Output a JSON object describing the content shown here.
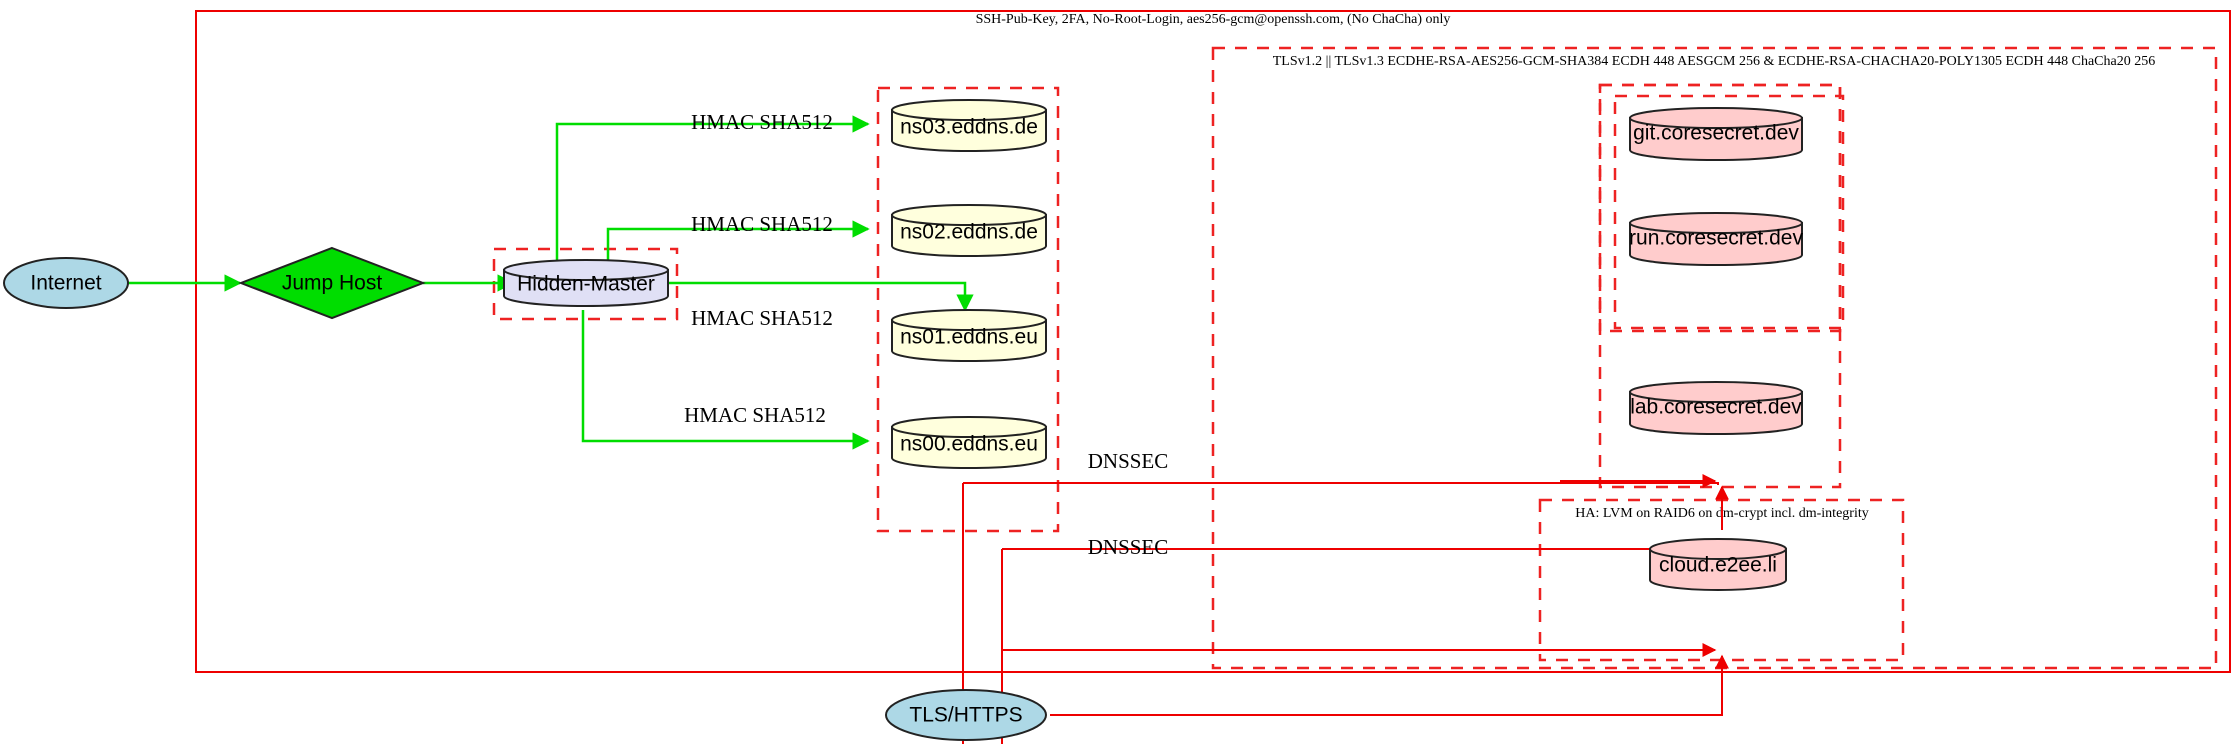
{
  "diagram": {
    "title_label": "SSH-Pub-Key, 2FA, No-Root-Login, aes256-gcm@openssh.com, (No ChaCha) only",
    "tls_cluster_label": "TLSv1.2 || TLSv1.3 ECDHE-RSA-AES256-GCM-SHA384 ECDH 448 AESGCM 256 & ECDHE-RSA-CHACHA20-POLY1305 ECDH 448 ChaCha20 256",
    "ha_cluster_label": "HA: LVM on RAID6 on dm-crypt incl. dm-integrity"
  },
  "colors": {
    "frame_red": "#ee0000",
    "dashed_red": "#ee2222",
    "edge_green": "#00dd00",
    "internet_fill": "#add8e6",
    "jumphost_fill": "#00dd00",
    "hidden_master_fill": "#e0e0f5",
    "dns_fill": "#ffffdd",
    "service_fill": "#ffcccc",
    "tls_fill": "#add8e6",
    "outline": "#222222"
  },
  "nodes": {
    "internet": {
      "label": "Internet",
      "shape": "ellipse"
    },
    "jump_host": {
      "label": "Jump Host",
      "shape": "diamond"
    },
    "hidden_master": {
      "label": "Hidden-Master",
      "shape": "cylinder"
    },
    "tls_https": {
      "label": "TLS/HTTPS",
      "shape": "ellipse"
    }
  },
  "dns_servers": [
    {
      "label": "ns03.eddns.de"
    },
    {
      "label": "ns02.eddns.de"
    },
    {
      "label": "ns01.eddns.eu"
    },
    {
      "label": "ns00.eddns.eu"
    }
  ],
  "services": [
    {
      "label": "git.coresecret.dev"
    },
    {
      "label": "run.coresecret.dev"
    },
    {
      "label": "lab.coresecret.dev"
    }
  ],
  "ha_services": [
    {
      "label": "cloud.e2ee.li"
    }
  ],
  "edge_labels": {
    "hmac": [
      "HMAC SHA512",
      "HMAC SHA512",
      "HMAC SHA512",
      "HMAC SHA512"
    ],
    "dnssec": [
      "DNSSEC",
      "DNSSEC"
    ]
  }
}
